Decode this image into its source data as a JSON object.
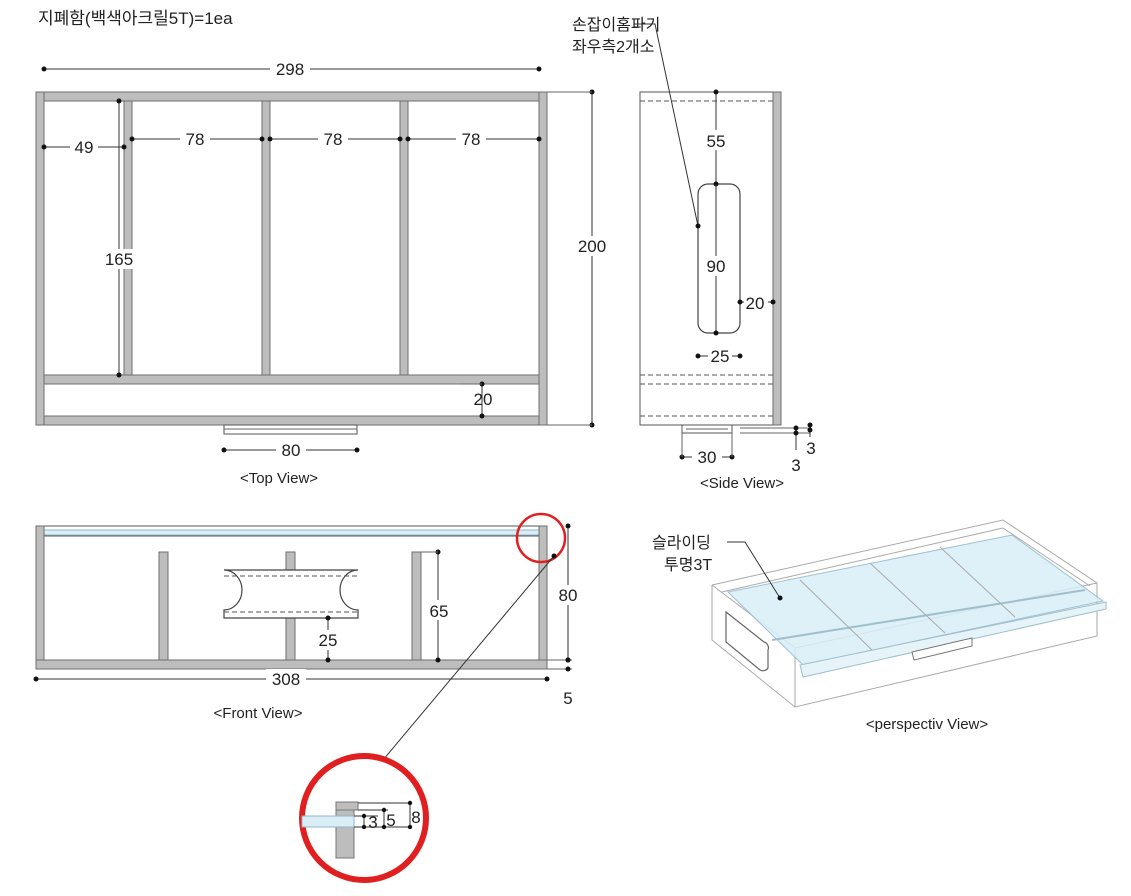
{
  "title": "지폐함(백색아크릴5T)=1ea",
  "top_view": {
    "caption": "<Top View>",
    "dims": {
      "overall_width": "298",
      "left_gap": "49",
      "bay1": "78",
      "bay2": "78",
      "bay3": "78",
      "inner_depth": "165",
      "overall_depth": "200",
      "front_gap": "20",
      "handle": "80"
    }
  },
  "side_view": {
    "caption": "<Side View>",
    "note_line1": "손잡이홈파기",
    "note_line2": "좌우측2개소",
    "dims": {
      "top_offset": "55",
      "slot_height": "90",
      "slot_width": "25",
      "edge_gap": "20",
      "base_width": "30",
      "rail_a": "3",
      "rail_b": "3"
    }
  },
  "front_view": {
    "caption": "<Front View>",
    "dims": {
      "overall_width": "308",
      "height": "80",
      "divider_height": "65",
      "cutout_depth": "25",
      "base_thickness": "5"
    }
  },
  "detail": {
    "dims": {
      "a": "3",
      "b": "5",
      "c": "8"
    }
  },
  "perspective_view": {
    "caption": "<perspectiv View>",
    "note_line1": "슬라이딩",
    "note_line2": "투명3T"
  },
  "colors": {
    "highlight": "#e02020",
    "panel": "#bdbdbd",
    "glass": "#d9eef7"
  }
}
